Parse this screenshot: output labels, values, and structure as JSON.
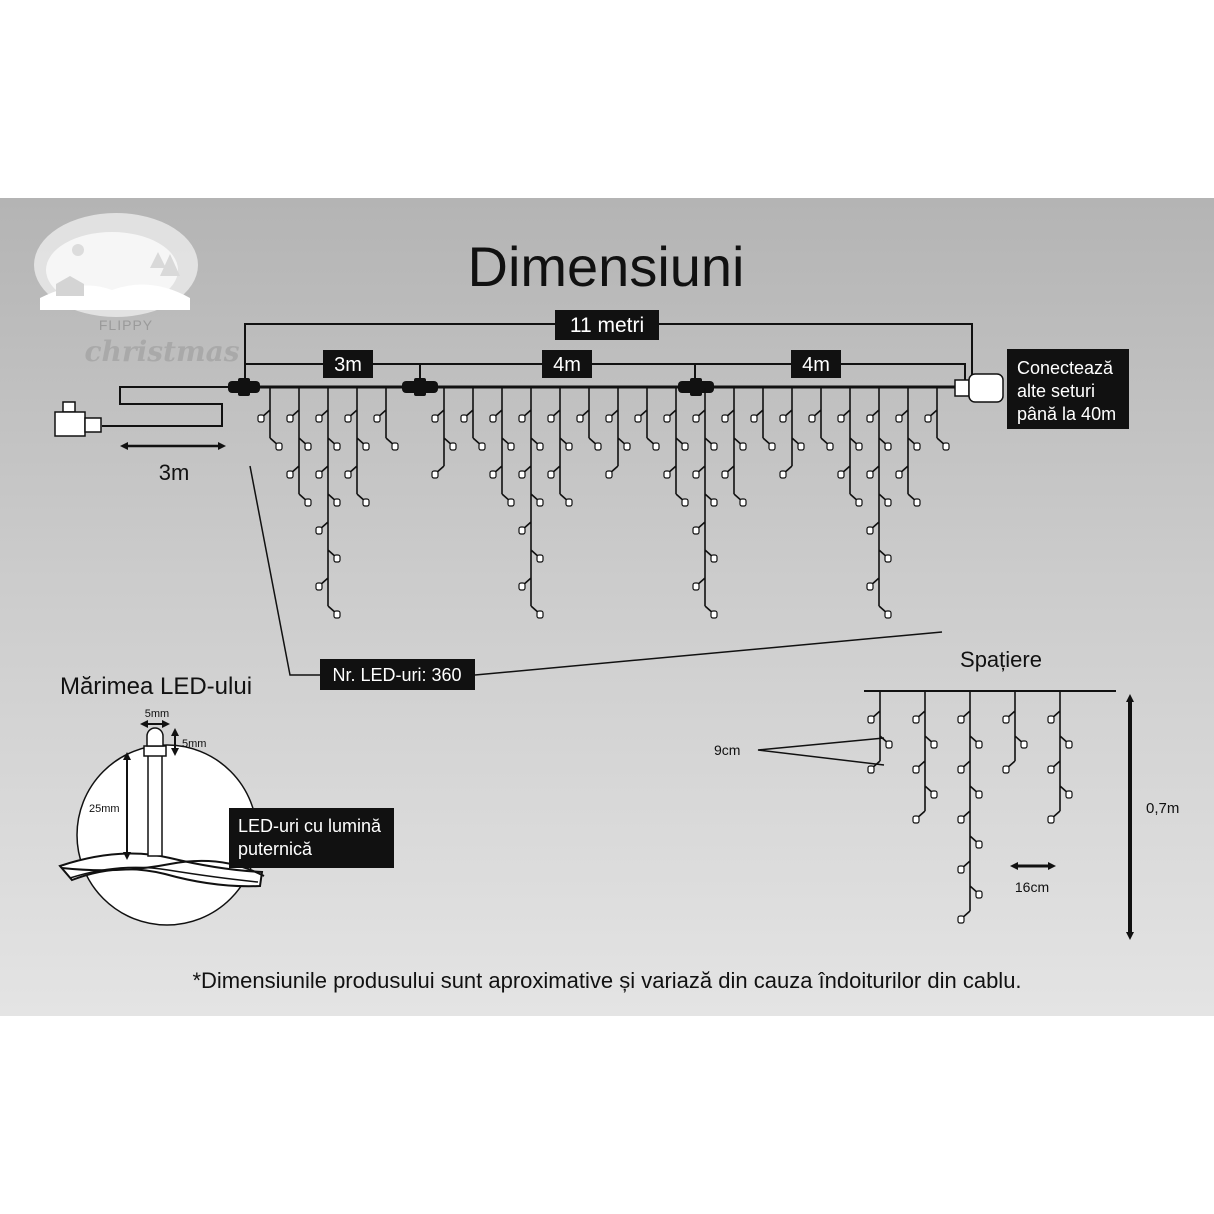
{
  "logo": {
    "line1": "FLIPPY",
    "line2": "christmas"
  },
  "title": "Dimensiuni",
  "total_length": "11 metri",
  "segments": [
    "3m",
    "4m",
    "4m"
  ],
  "power_cable_length": "3m",
  "connect_note": [
    "Conectează",
    "alte seturi",
    "până la 40m"
  ],
  "led_count": "Nr. LED-uri: 360",
  "led_size": {
    "title": "Mărimea LED-ului",
    "width": "5mm",
    "head_height": "5mm",
    "leg_length": "25mm",
    "note": [
      "LED-uri cu lumină",
      "puternică"
    ]
  },
  "spacing": {
    "title": "Spațiere",
    "vertical": "9cm",
    "horizontal": "16cm",
    "drop": "0,7m"
  },
  "disclaimer": "*Dimensiunile produsului sunt aproximative și variază din cauza îndoiturilor din cablu.",
  "colors": {
    "panel_top": "#b4b4b4",
    "panel_bottom": "#e4e4e4",
    "ink": "#111111",
    "label_bg": "#111111",
    "label_text": "#ffffff"
  },
  "icons": [
    "power-adapter-icon",
    "end-connector-icon",
    "led-bulb-icon",
    "logo-icon"
  ]
}
